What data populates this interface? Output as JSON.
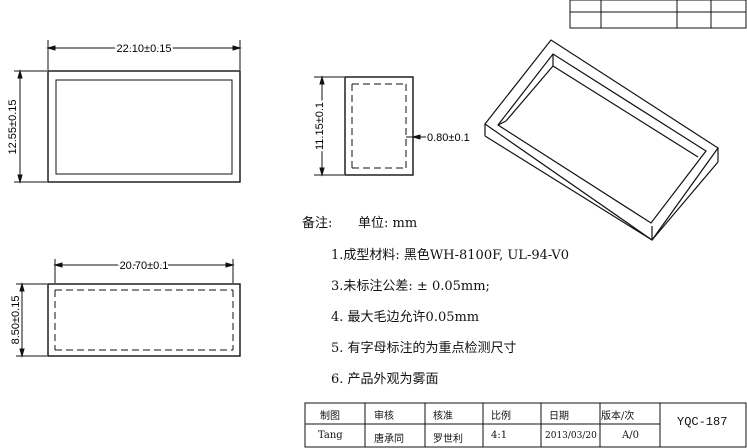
{
  "dimensions": {
    "top_width": "22.10±0.15",
    "top_height": "12.55±0.15",
    "side_height": "11.15±0.1",
    "wall": "0.80±0.1",
    "bottom_width": "20.70±0.1",
    "bottom_height": "8.50±0.15"
  },
  "notes": {
    "label": "备注:",
    "unit": "单位: mm",
    "lines": [
      "1.成型材料:  黑色WH-8100F, UL-94-V0",
      "3.未标注公差:  ± 0.05mm;",
      "4. 最大毛边允许0.05mm",
      "5. 有字母标注的为重点检测尺寸",
      "6. 产品外观为雾面"
    ]
  },
  "title_block": {
    "headers": [
      "制图",
      "审核",
      "核准",
      "比例",
      "日期",
      "版本/次"
    ],
    "values": [
      "Tang",
      "唐承同",
      "罗世利",
      "4:1",
      "2013/03/20",
      "A/0"
    ],
    "part_no": "YQC-187"
  }
}
